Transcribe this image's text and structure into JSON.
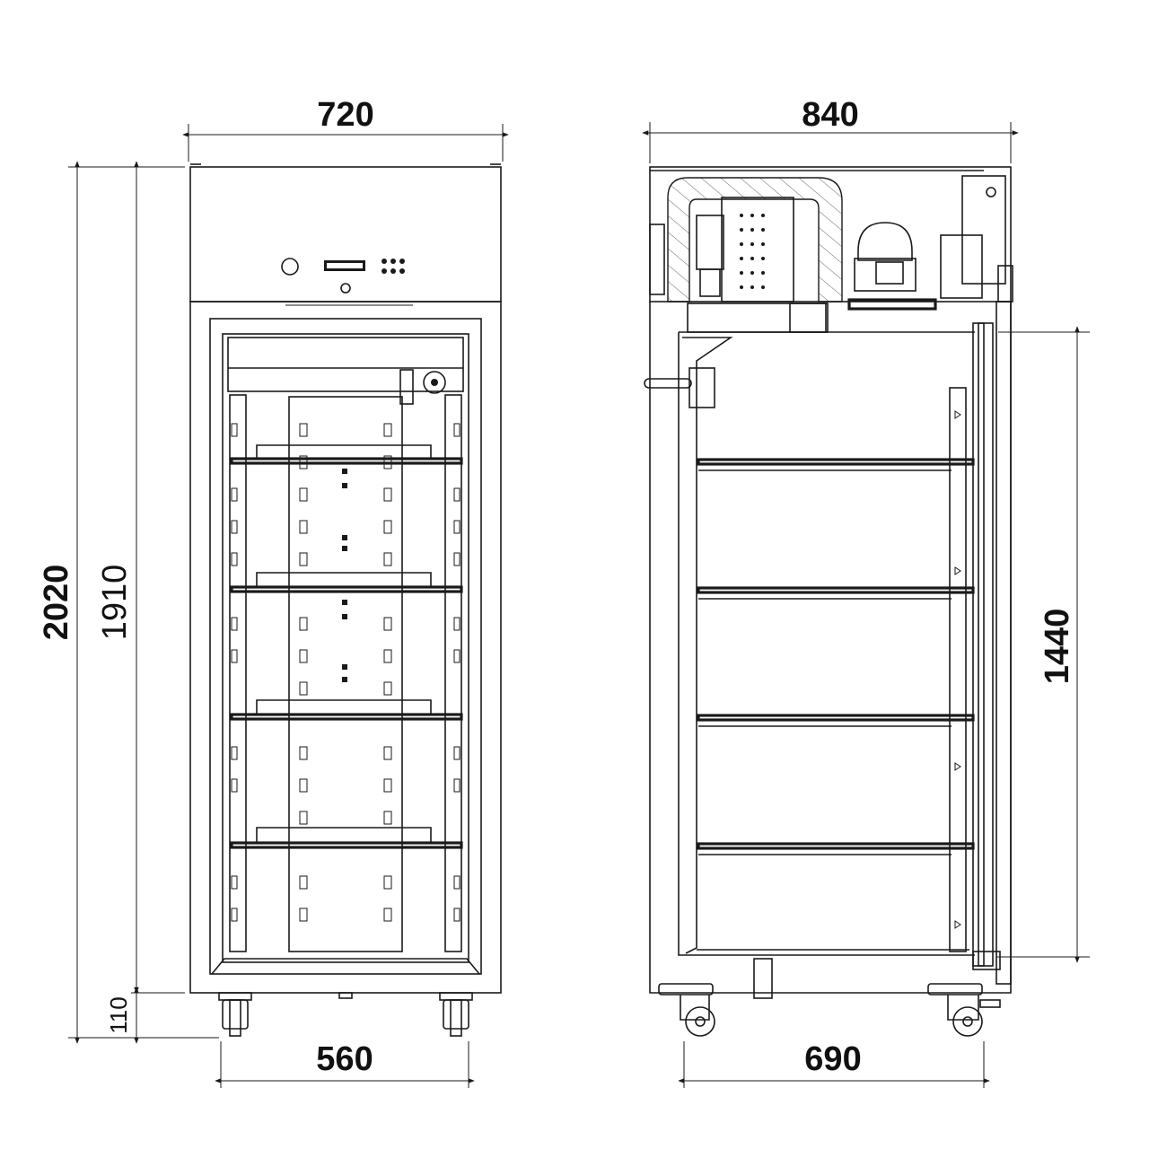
{
  "dimensions": {
    "front_width": "720",
    "side_depth": "840",
    "total_height": "2020",
    "body_height": "1910",
    "leg_height": "110",
    "inner_width": "560",
    "inner_depth": "690",
    "inner_height": "1440"
  }
}
